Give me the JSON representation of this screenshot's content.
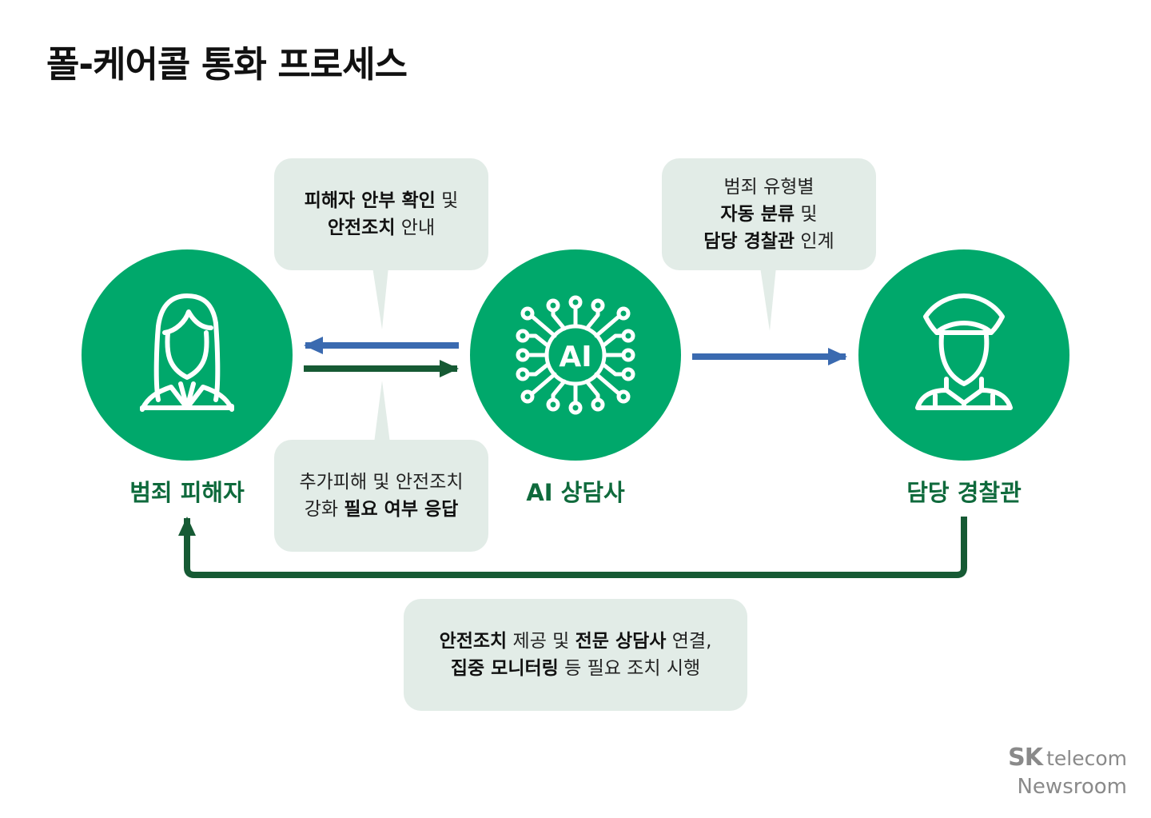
{
  "title": "폴-케어콜 통화 프로세스",
  "nodes": {
    "victim": {
      "label": "범죄 피해자",
      "icon": "woman-person-icon"
    },
    "ai": {
      "label": "AI 상담사",
      "icon": "ai-chip-icon",
      "icon_text": "AI"
    },
    "police": {
      "label": "담당 경찰관",
      "icon": "police-officer-icon"
    }
  },
  "bubbles": {
    "top_left": {
      "line1": [
        {
          "text": "피해자 안부 확인",
          "bold": true
        },
        {
          "text": " 및",
          "bold": false
        }
      ],
      "line2": [
        {
          "text": "안전조치",
          "bold": true
        },
        {
          "text": " 안내",
          "bold": false
        }
      ]
    },
    "top_right": {
      "line1": [
        {
          "text": "범죄 유형별",
          "bold": false
        }
      ],
      "line2": [
        {
          "text": "자동 분류",
          "bold": true
        },
        {
          "text": " 및",
          "bold": false
        }
      ],
      "line3": [
        {
          "text": "담당 경찰관",
          "bold": true
        },
        {
          "text": " 인계",
          "bold": false
        }
      ]
    },
    "bottom_left": {
      "line1": [
        {
          "text": "추가피해 및 안전조치",
          "bold": false
        }
      ],
      "line2": [
        {
          "text": "강화 ",
          "bold": false
        },
        {
          "text": "필요 여부 응답",
          "bold": true
        }
      ]
    },
    "bottom": {
      "line1": [
        {
          "text": "안전조치",
          "bold": true
        },
        {
          "text": " 제공 및 ",
          "bold": false
        },
        {
          "text": "전문 상담사",
          "bold": true
        },
        {
          "text": " 연결,",
          "bold": false
        }
      ],
      "line2": [
        {
          "text": "집중 모니터링",
          "bold": true
        },
        {
          "text": " 등 필요 조치 시행",
          "bold": false
        }
      ]
    }
  },
  "colors": {
    "node_green": "#00a86b",
    "label_green": "#0f6a3c",
    "arrow_blue": "#3a6ab0",
    "arrow_dark_green": "#165a34",
    "bubble_bg": "#e2ece7"
  },
  "logo": {
    "brand": "SK",
    "brand_suffix": "telecom",
    "sub": "Newsroom"
  }
}
